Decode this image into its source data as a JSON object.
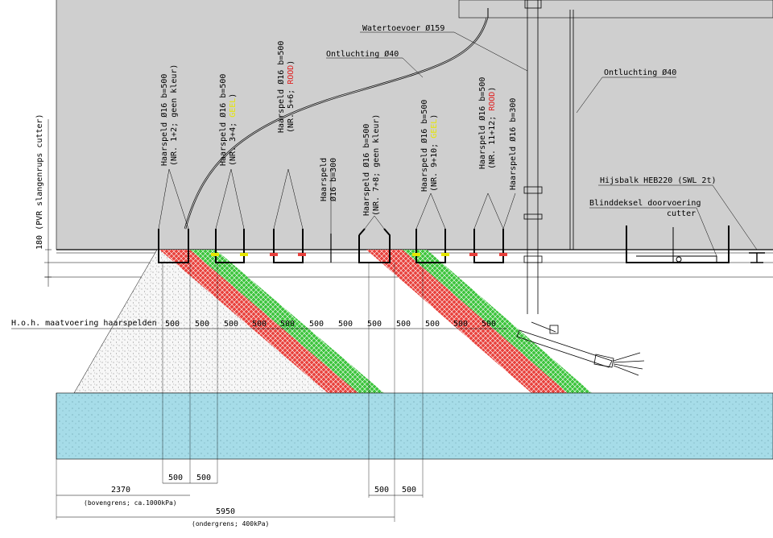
{
  "colors": {
    "body": "#cfcfcf",
    "water": "#a6dce8",
    "soil": "#f7f7f7",
    "red_band": "#e8413c",
    "green_band": "#3cc43c",
    "yellow": "#e6e600",
    "red_text": "#e02020"
  },
  "labels": {
    "watertoevoer": "Watertoevoer Ø159",
    "ontluchting_1": "Ontluchting Ø40",
    "ontluchting_2": "Ontluchting Ø40",
    "hijsbalk": "Hijsbalk HEB220 (SWL 2t)",
    "blinddeksel_1": "Blinddeksel doorvoering",
    "blinddeksel_2": "cutter",
    "pvr": "180 (PVR slangenrups cutter)",
    "hoh": "H.o.h. maatvoering haarspelden"
  },
  "rotated_labels": [
    {
      "lines": [
        {
          "t": "Haarspeld Ø16 b=500"
        },
        {
          "t": "(NR. 1+2; geen kleur)"
        }
      ]
    },
    {
      "lines": [
        {
          "t": "Haarspeld Ø16 b=500"
        },
        {
          "t": "(NR. 3+4; ",
          "c": "GEEL",
          "e": ")"
        }
      ]
    },
    {
      "lines": [
        {
          "t": "Haarspeld Ø16 b=500"
        },
        {
          "t": "(NR. 5+6; ",
          "c": "ROOD",
          "e": ")"
        }
      ]
    },
    {
      "lines": [
        {
          "t": "Haarspeld"
        },
        {
          "t": "Ø16 b=300"
        }
      ]
    },
    {
      "lines": [
        {
          "t": "Haarspeld Ø16 b=500"
        },
        {
          "t": "(NR. 7+8; geen kleur)"
        }
      ]
    },
    {
      "lines": [
        {
          "t": "Haarspeld Ø16 b=500"
        },
        {
          "t": "(NR. 9+10; ",
          "c": "GEEL",
          "e": ")"
        }
      ]
    },
    {
      "lines": [
        {
          "t": "Haarspeld Ø16 b=500"
        },
        {
          "t": "(NR. 11+12; ",
          "c": "ROOD",
          "e": ")"
        }
      ]
    },
    {
      "lines": [
        {
          "t": "Haarspeld Ø16 b=300"
        }
      ]
    }
  ],
  "hoh_dims": [
    "500",
    "500",
    "500",
    "500",
    "500",
    "500",
    "500",
    "500",
    "500",
    "500",
    "500",
    "500"
  ],
  "bottom_dims": {
    "d1": "500",
    "d2": "500",
    "d3": "500",
    "d4": "500",
    "d2370": "2370",
    "d2370_note": "(bovengrens; ca.1000kPa)",
    "d5950": "5950",
    "d5950_note": "(ondergrens; 400kPa)"
  }
}
